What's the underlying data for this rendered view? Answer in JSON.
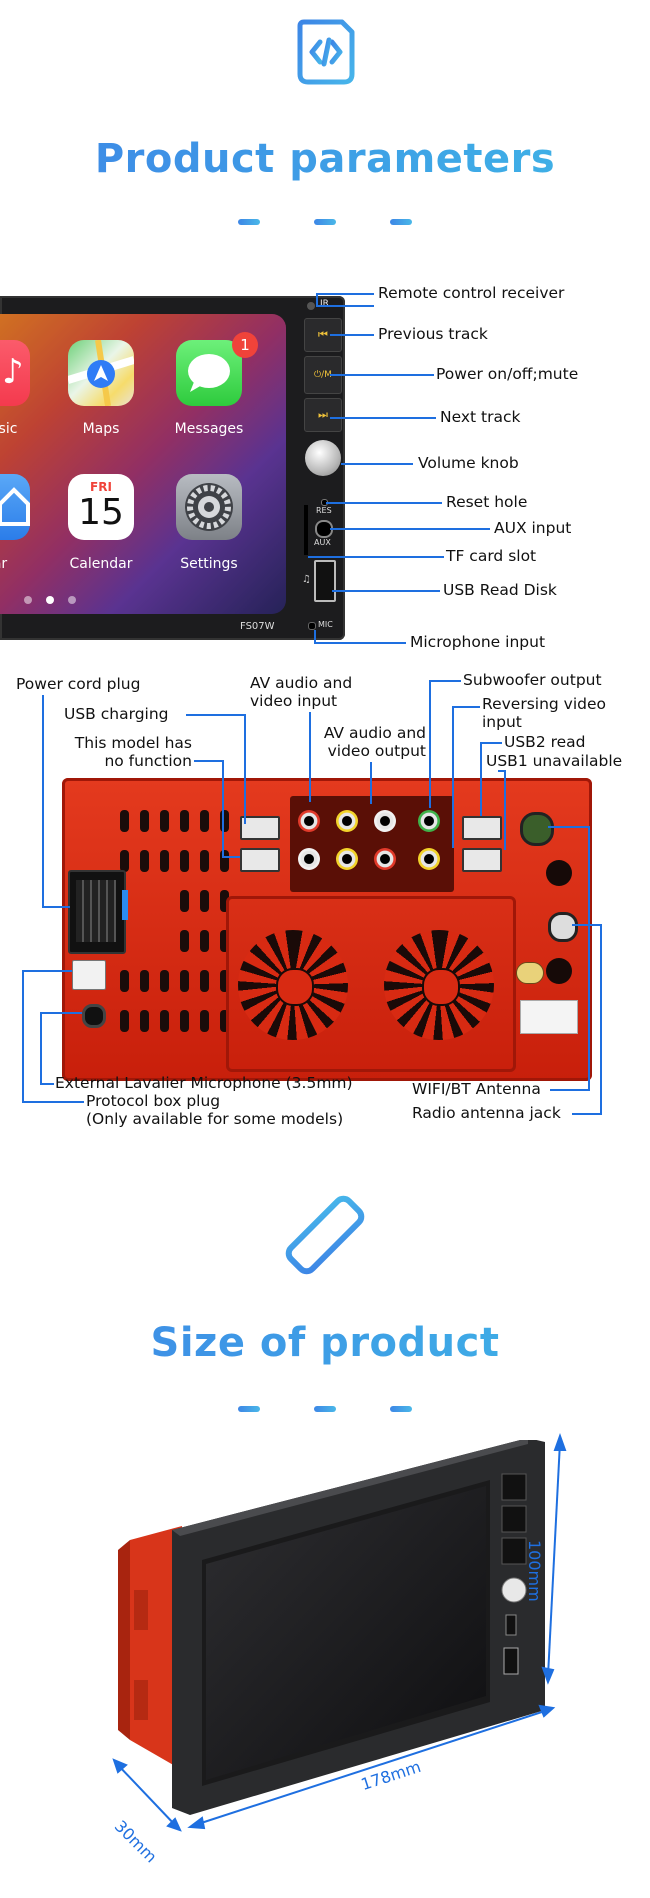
{
  "sections": {
    "params_title": "Product parameters",
    "size_title": "Size of product"
  },
  "front_panel": {
    "model": "FS07W",
    "ir_label": "IR",
    "res_label": "RES",
    "aux_label": "AUX",
    "mic_label": "MIC",
    "apps": [
      {
        "label": "sic"
      },
      {
        "label": "Maps"
      },
      {
        "label": "Messages",
        "badge": "1"
      },
      {
        "label": "ar"
      },
      {
        "label": "Calendar",
        "day": "FRI",
        "date": "15"
      },
      {
        "label": "Settings"
      }
    ],
    "callouts": [
      "Remote control receiver",
      "Previous track",
      "Power on/off;mute",
      "Next track",
      "Volume knob",
      "Reset hole",
      "AUX input",
      "TF card slot",
      "USB Read Disk",
      "Microphone input"
    ]
  },
  "rear_panel": {
    "callouts": {
      "power_cord": "Power cord plug",
      "usb_charging": "USB charging",
      "no_function": "This model has\nno function",
      "av_input": "AV audio and\nvideo input",
      "av_output": "AV audio and\nvideo output",
      "subwoofer": "Subwoofer output",
      "reversing": "Reversing video\ninput",
      "usb2": "USB2 read",
      "usb1": "USB1 unavailable",
      "mic": "External Lavalier Microphone (3.5mm)",
      "protocol": "Protocol box plug\n(Only available for some models)",
      "wifi": "WIFI/BT Antenna",
      "radio": "Radio antenna jack"
    }
  },
  "dimensions": {
    "height": "100mm",
    "width": "178mm",
    "depth": "30mm"
  },
  "colors": {
    "accent": "#3d86e6",
    "callout_line": "#1e6fe0",
    "chassis_red": "#d82a12"
  }
}
